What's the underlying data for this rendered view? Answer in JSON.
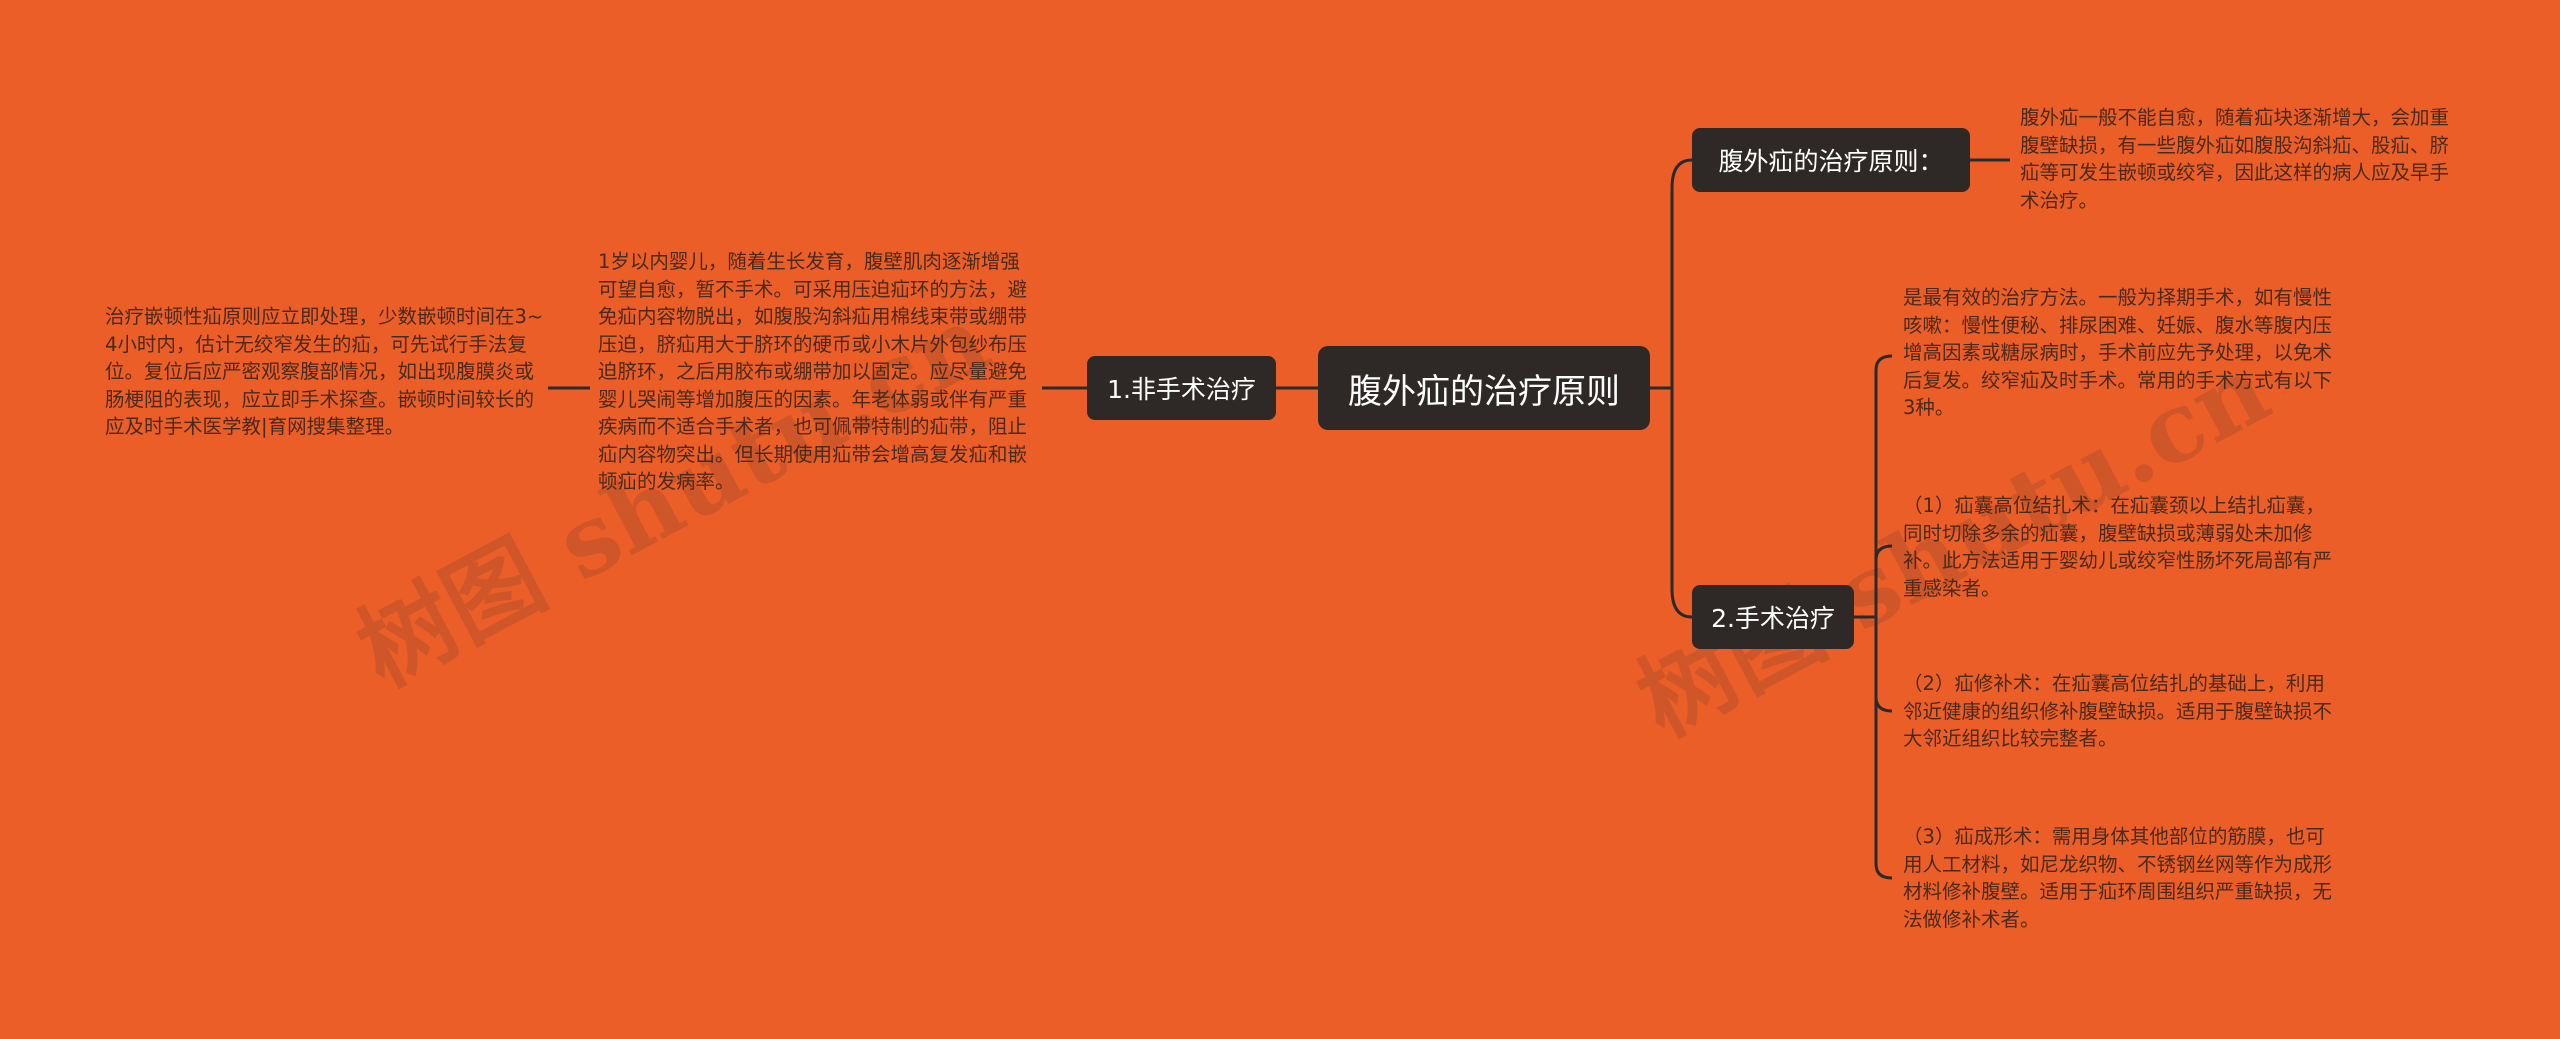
{
  "watermark": "树图 shutu.cn",
  "root": {
    "label": "腹外疝的治疗原则"
  },
  "branches": {
    "b1": {
      "label": "腹外疝的治疗原则：",
      "notes": [
        "腹外疝一般不能自愈，随着疝块逐渐增大，会加重腹壁缺损，有一些腹外疝如腹股沟斜疝、股疝、脐疝等可发生嵌顿或绞窄，因此这样的病人应及早手术治疗。"
      ]
    },
    "b2": {
      "label": "2.手术治疗",
      "notes": [
        "是最有效的治疗方法。一般为择期手术，如有慢性咳嗽：慢性便秘、排尿困难、妊娠、腹水等腹内压增高因素或糖尿病时，手术前应先予处理，以免术后复发。绞窄疝及时手术。常用的手术方式有以下3种。",
        "（1）疝囊高位结扎术：在疝囊颈以上结扎疝囊，同时切除多余的疝囊，腹壁缺损或薄弱处未加修补。此方法适用于婴幼儿或绞窄性肠坏死局部有严重感染者。",
        "（2）疝修补术：在疝囊高位结扎的基础上，利用邻近健康的组织修补腹壁缺损。适用于腹壁缺损不大邻近组织比较完整者。",
        "（3）疝成形术：需用身体其他部位的筋膜，也可用人工材料，如尼龙织物、不锈钢丝网等作为成形材料修补腹壁。适用于疝环周围组织严重缺损，无法做修补术者。"
      ]
    },
    "b3": {
      "label": "1.非手术治疗",
      "notes": [
        "1岁以内婴儿，随着生长发育，腹壁肌肉逐渐增强可望自愈，暂不手术。可采用压迫疝环的方法，避免疝内容物脱出，如腹股沟斜疝用棉线束带或绷带压迫，脐疝用大于脐环的硬币或小木片外包纱布压迫脐环，之后用胶布或绷带加以固定。应尽量避免婴儿哭闹等增加腹压的因素。年老体弱或伴有严重疾病而不适合手术者，也可佩带特制的疝带，阻止疝内容物突出。但长期使用疝带会增高复发疝和嵌顿疝的发病率。"
      ],
      "sub_notes": [
        "治疗嵌顿性疝原则应立即处理，少数嵌顿时间在3~4小时内，估计无绞窄发生的疝，可先试行手法复位。复位后应严密观察腹部情况，如出现腹膜炎或肠梗阻的表现，应立即手术探查。嵌顿时间较长的应及时手术医学教|育网搜集整理。"
      ]
    }
  }
}
